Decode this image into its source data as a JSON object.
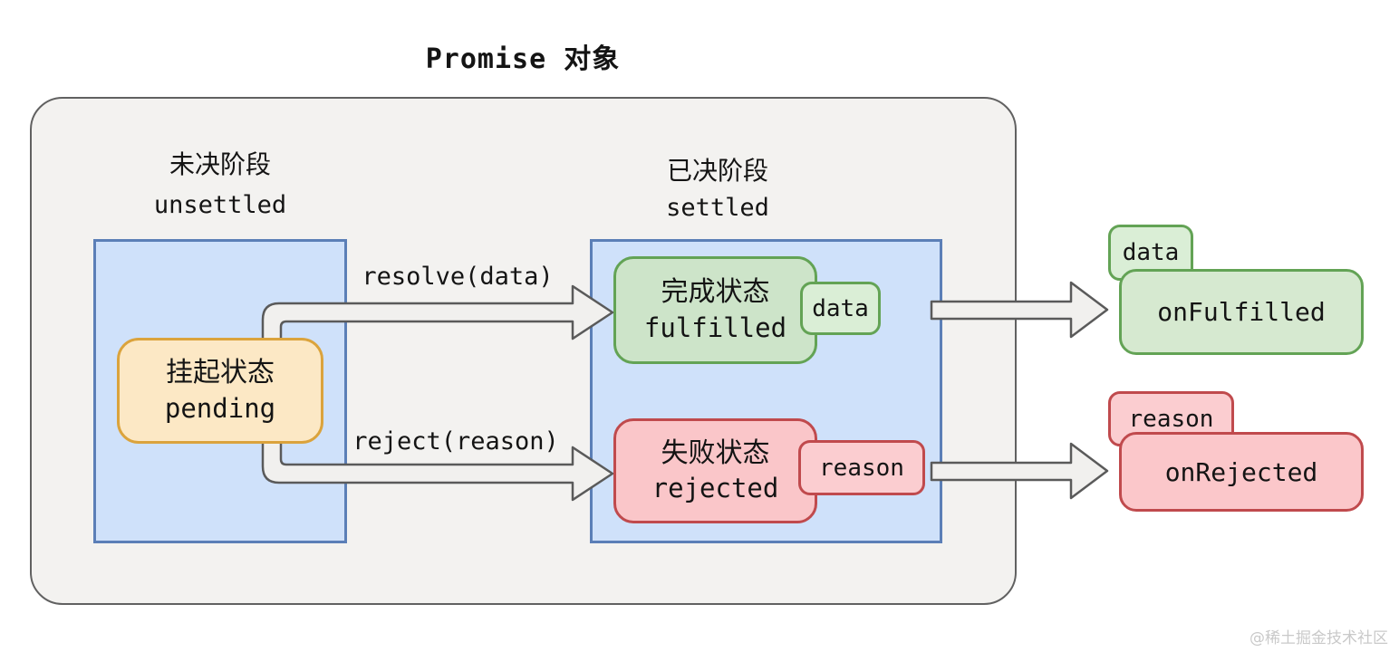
{
  "title": "Promise 对象",
  "phases": {
    "unsettled": {
      "zh": "未决阶段",
      "en": "unsettled"
    },
    "settled": {
      "zh": "已决阶段",
      "en": "settled"
    }
  },
  "states": {
    "pending": {
      "zh": "挂起状态",
      "en": "pending"
    },
    "fulfilled": {
      "zh": "完成状态",
      "en": "fulfilled",
      "tag": "data"
    },
    "rejected": {
      "zh": "失败状态",
      "en": "rejected",
      "tag": "reason"
    }
  },
  "transitions": {
    "resolve": "resolve(data)",
    "reject": "reject(reason)"
  },
  "callbacks": {
    "fulfilled": {
      "label": "onFulfilled",
      "tag": "data"
    },
    "rejected": {
      "label": "onRejected",
      "tag": "reason"
    }
  },
  "watermark": "@稀土掘金技术社区",
  "colors": {
    "container_fill": "#f3f2f0",
    "container_border": "#616161",
    "phase_fill": "#cfe1fa",
    "phase_border": "#5b7fb7",
    "pending_fill": "#fce8c5",
    "pending_border": "#dba33c",
    "fulfilled_fill": "#cde4c9",
    "fulfilled_border": "#63a355",
    "rejected_fill": "#fac6c9",
    "rejected_border": "#c04a4d",
    "arrow_fill": "#f1f0ee",
    "arrow_stroke": "#5a5a5a"
  }
}
